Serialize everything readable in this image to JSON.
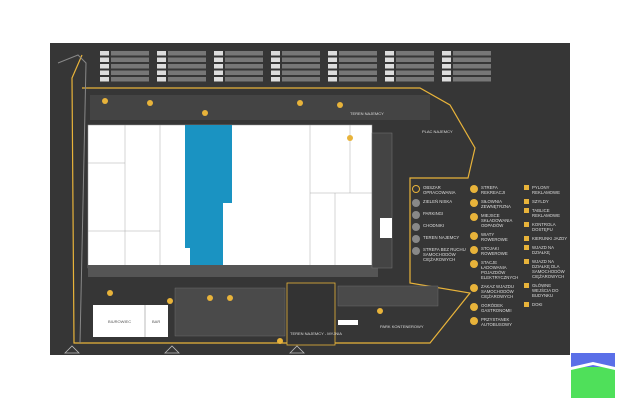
{
  "map_labels": {
    "office": "BIUROWIEC",
    "bar": "BAR",
    "tenant_wash": "TEREN NAJEMCY - MYJNIA",
    "container_park": "PARK KONTENEROWY",
    "tenant_yard": "PLAC NAJEMCY",
    "tenant_area": "TEREN NAJEMCY"
  },
  "colors": {
    "background": "#363636",
    "accent": "#e8b33a",
    "highlight": "#1a93c2",
    "building": "#ffffff",
    "logo_blue": "#5a6fe8",
    "logo_green": "#4fe05a"
  },
  "legend": [
    {
      "label": "Obszar opracowania",
      "icon": "outline-circle-icon"
    },
    {
      "label": "Zieleń niska",
      "icon": "green-circle-icon"
    },
    {
      "label": "Parkingi",
      "icon": "parking-circle-icon"
    },
    {
      "label": "Chodniki",
      "icon": "sidewalk-circle-icon"
    },
    {
      "label": "Teren najemcy",
      "icon": "dashed-circle-icon"
    },
    {
      "label": "Strefa bez ruchu samochodów ciężarowych",
      "icon": "no-truck-zone-icon"
    },
    {
      "label": "Strefa rekreacji",
      "icon": "bench-icon"
    },
    {
      "label": "Siłownia zewnętrzna",
      "icon": "gym-icon"
    },
    {
      "label": "Miejsce składowania odpadów",
      "icon": "bin-icon"
    },
    {
      "label": "Wiaty rowerowe",
      "icon": "bike-shelter-icon"
    },
    {
      "label": "Stojaki rowerowe",
      "icon": "bike-rack-icon"
    },
    {
      "label": "Stacje ładowania pojazdów elektrycznych",
      "icon": "ev-charger-icon"
    },
    {
      "label": "Zakaz wjazdu samochodów ciężarowych",
      "icon": "no-truck-icon"
    },
    {
      "label": "Ogródek gastronomii",
      "icon": "restaurant-icon"
    },
    {
      "label": "Przystanek autobusowy",
      "icon": "bus-stop-icon"
    },
    {
      "label": "Pylony reklamowe",
      "icon": "pylon-icon"
    },
    {
      "label": "Szyldy",
      "icon": "sign-icon"
    },
    {
      "label": "Tablice reklamowe",
      "icon": "billboard-icon"
    },
    {
      "label": "Kontrola dostępu",
      "icon": "barrier-icon"
    },
    {
      "label": "Kierunki jazdy",
      "icon": "arrow-icon"
    },
    {
      "label": "Wjazd na działkę",
      "icon": "entry-triangle-icon"
    },
    {
      "label": "Wjazd na działkę dla samochodów ciężarowych",
      "icon": "truck-entry-icon"
    },
    {
      "label": "Główne wejścia do budynku",
      "icon": "entrance-icon"
    },
    {
      "label": "Doki",
      "icon": "dock-icon"
    }
  ]
}
